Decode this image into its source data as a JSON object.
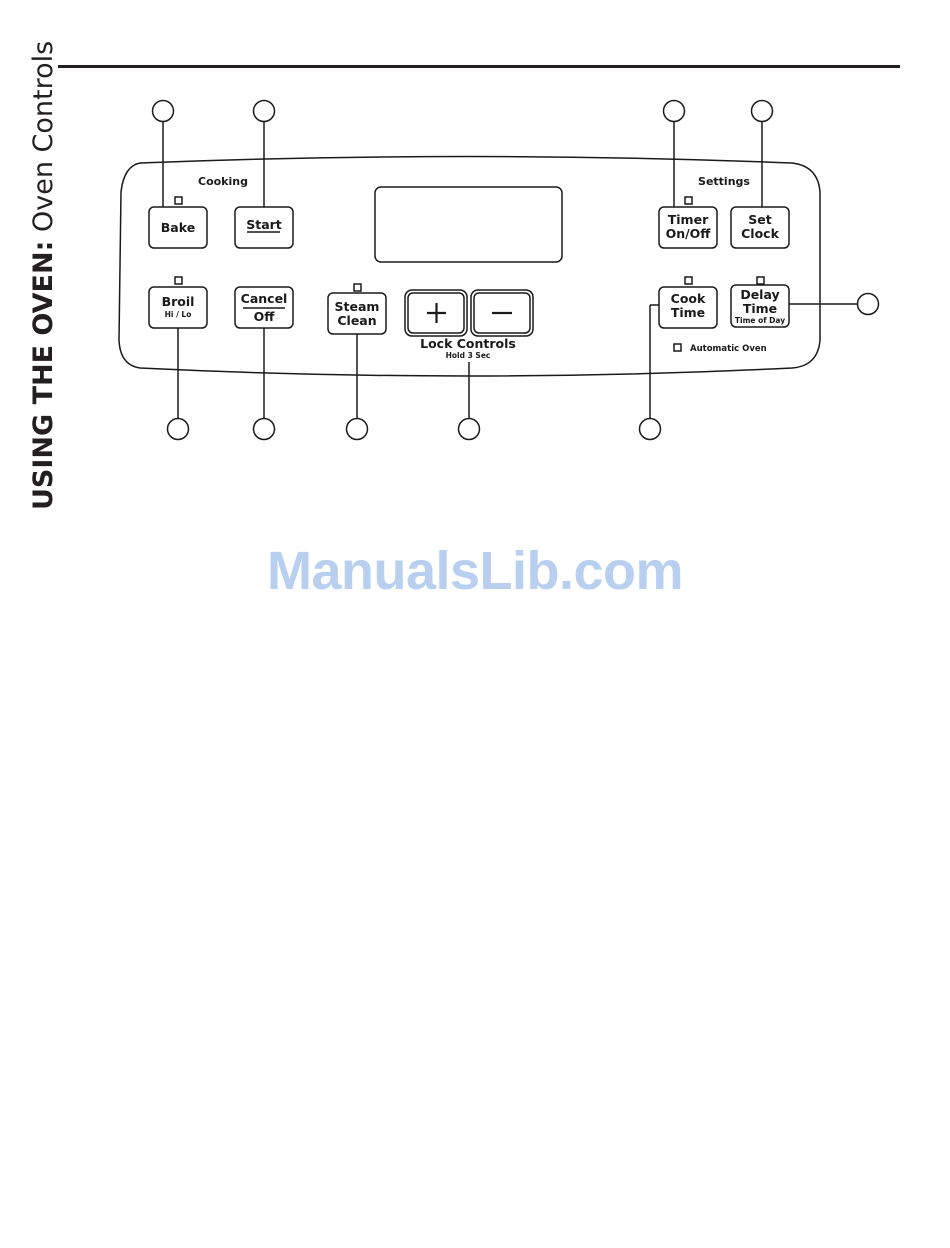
{
  "header": {
    "section_bold": "USING THE OVEN:",
    "section_light": "Oven Controls"
  },
  "panel": {
    "group_cooking": "Cooking",
    "group_settings": "Settings",
    "buttons": {
      "bake": "Bake",
      "start": "Start",
      "broil": "Broil",
      "broil_sub": "Hi / Lo",
      "cancel": "Cancel",
      "cancel_sub": "Off",
      "steam_1": "Steam",
      "steam_2": "Clean",
      "plus": "+",
      "minus": "−",
      "timer_1": "Timer",
      "timer_2": "On/Off",
      "set_1": "Set",
      "set_2": "Clock",
      "cook_1": "Cook",
      "cook_2": "Time",
      "delay_1": "Delay",
      "delay_2": "Time",
      "delay_sub": "Time of Day"
    },
    "lock_controls": "Lock Controls",
    "lock_hold": "Hold 3 Sec",
    "automatic_oven": "Automatic Oven"
  },
  "watermark": "ManualsLib.com"
}
